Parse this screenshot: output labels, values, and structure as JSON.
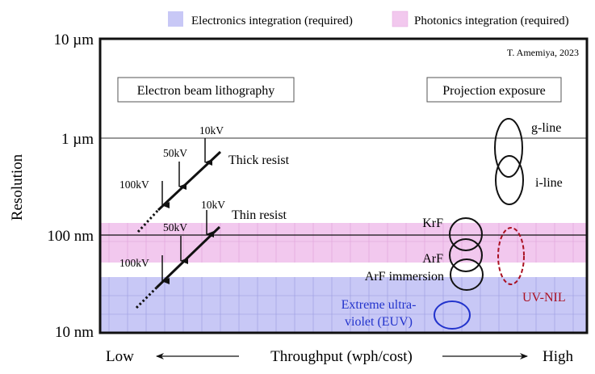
{
  "legend": {
    "items": [
      {
        "label": "Electronics integration (required)",
        "color": "#c8c8f6"
      },
      {
        "label": "Photonics integration (required)",
        "color": "#f2c8ee"
      }
    ]
  },
  "credit": "T. Amemiya, 2023",
  "y_axis": {
    "title": "Resolution",
    "ticks": [
      "10 µm",
      "1 µm",
      "100 nm",
      "10 nm"
    ]
  },
  "x_axis": {
    "low": "Low",
    "title": "Throughput (wph/cost)",
    "high": "High"
  },
  "sections": {
    "ebl": "Electron beam lithography",
    "projection": "Projection exposure"
  },
  "ebl": {
    "thick": {
      "label": "Thick resist",
      "voltages": [
        "10kV",
        "50kV",
        "100kV"
      ]
    },
    "thin": {
      "label": "Thin resist",
      "voltages": [
        "10kV",
        "50kV",
        "100kV"
      ]
    }
  },
  "projection": {
    "g_line": "g-line",
    "i_line": "i-line",
    "krf": "KrF",
    "arf": "ArF",
    "arf_immersion": "ArF immersion",
    "euv_line1": "Extreme ultra-",
    "euv_line2": "violet (EUV)",
    "uvnil": "UV-NIL"
  },
  "colors": {
    "electronics_band": "#c8c8f6",
    "electronics_grid": "#9a9ae0",
    "photonics_band": "#f2c8ee",
    "photonics_grid": "#dca0d8",
    "euv": "#2233cc",
    "uvnil": "#aa1122",
    "ink": "#111111"
  }
}
